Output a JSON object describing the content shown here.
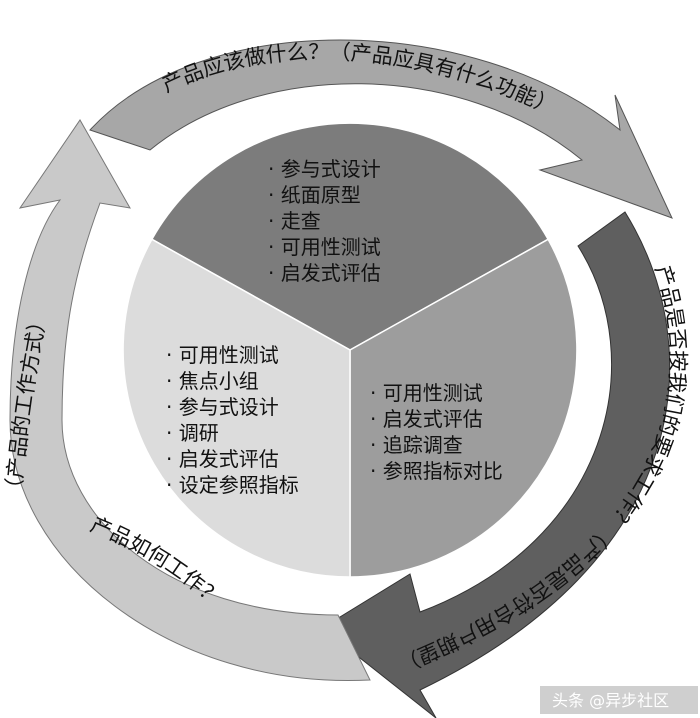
{
  "arrows": {
    "top": {
      "text": "产品应该做什么？（产品应具有什么功能）",
      "color": "#a7a7a7"
    },
    "right": {
      "text": "产品是否按我们的要求工作？（产品是否符合用户期望）",
      "color": "#5f5f5f"
    },
    "left": {
      "text": "（产品的工作方式）产品如何工作？",
      "color": "#c9c9c9"
    }
  },
  "sectors": {
    "top": {
      "color": "#7c7c7c",
      "items": [
        "参与式设计",
        "纸面原型",
        "走查",
        "可用性测试",
        "启发式评估"
      ]
    },
    "left": {
      "color": "#dcdcdc",
      "items": [
        "可用性测试",
        "焦点小组",
        "参与式设计",
        "调研",
        "启发式评估",
        "设定参照指标"
      ]
    },
    "right": {
      "color": "#9d9d9d",
      "items": [
        "可用性测试",
        "启发式评估",
        "追踪调查",
        "参照指标对比"
      ]
    }
  },
  "bullet": "·",
  "watermark": {
    "text": "头条 @异步社区"
  }
}
